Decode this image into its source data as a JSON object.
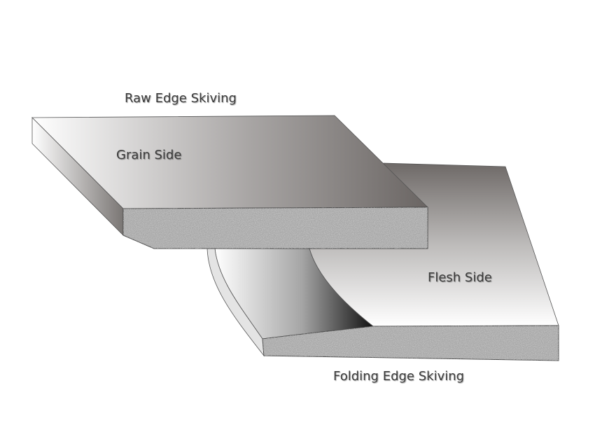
{
  "labels": {
    "raw_edge": "Raw Edge Skiving",
    "grain_side": "Grain Side",
    "flesh_side": "Flesh Side",
    "folding_edge": "Folding Edge Skiving"
  },
  "colors": {
    "text": "#3c3c3c",
    "surface_dark": "#6f6a68",
    "surface_light": "#ffffff",
    "cross_section": "#a0a0a0"
  }
}
